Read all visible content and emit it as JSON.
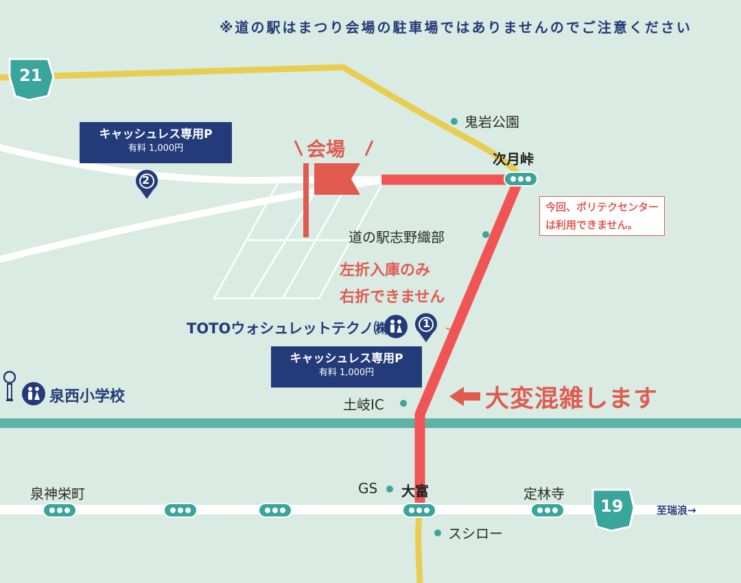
{
  "notice": "※道の駅はまつり会場の駐車場ではありませんのでご注意ください",
  "routes": {
    "r21": "21",
    "r19": "19"
  },
  "venue": {
    "label": "会場"
  },
  "places": {
    "onigan_park": "鬼岩公園",
    "tsugitsuki": "次月峠",
    "michinoeki": "道の駅志野織部",
    "toki_ic": "土岐IC",
    "izumi_school": "泉西小学校",
    "toto": "TOTOウォシュレットテクノ㈱",
    "gs": "GS",
    "otomi": "大富",
    "jorinji": "定林寺",
    "sushiro": "スシロー",
    "izumi_kami": "泉神栄町",
    "to_mizunami": "至瑞浪→"
  },
  "parking": {
    "p2": {
      "num": "2",
      "title": "キャッシュレス専用P",
      "fee": "有料 1,000円"
    },
    "p1": {
      "num": "1",
      "title": "キャッシュレス専用P",
      "fee": "有料 1,000円"
    }
  },
  "polytech_note": {
    "line1": "今回、ポリテクセンター",
    "line2": "は利用できません。"
  },
  "left_turn": {
    "line1": "左折入庫のみ",
    "line2": "右折できません"
  },
  "congestion": "大変混雑します",
  "colors": {
    "background": "#d9ebe2",
    "road_yellow": "#e8cd52",
    "road_teal": "#5db3a8",
    "road_white": "#ffffff",
    "route_red": "#f05454",
    "navy": "#243b79",
    "shield": "#3aa59b"
  }
}
